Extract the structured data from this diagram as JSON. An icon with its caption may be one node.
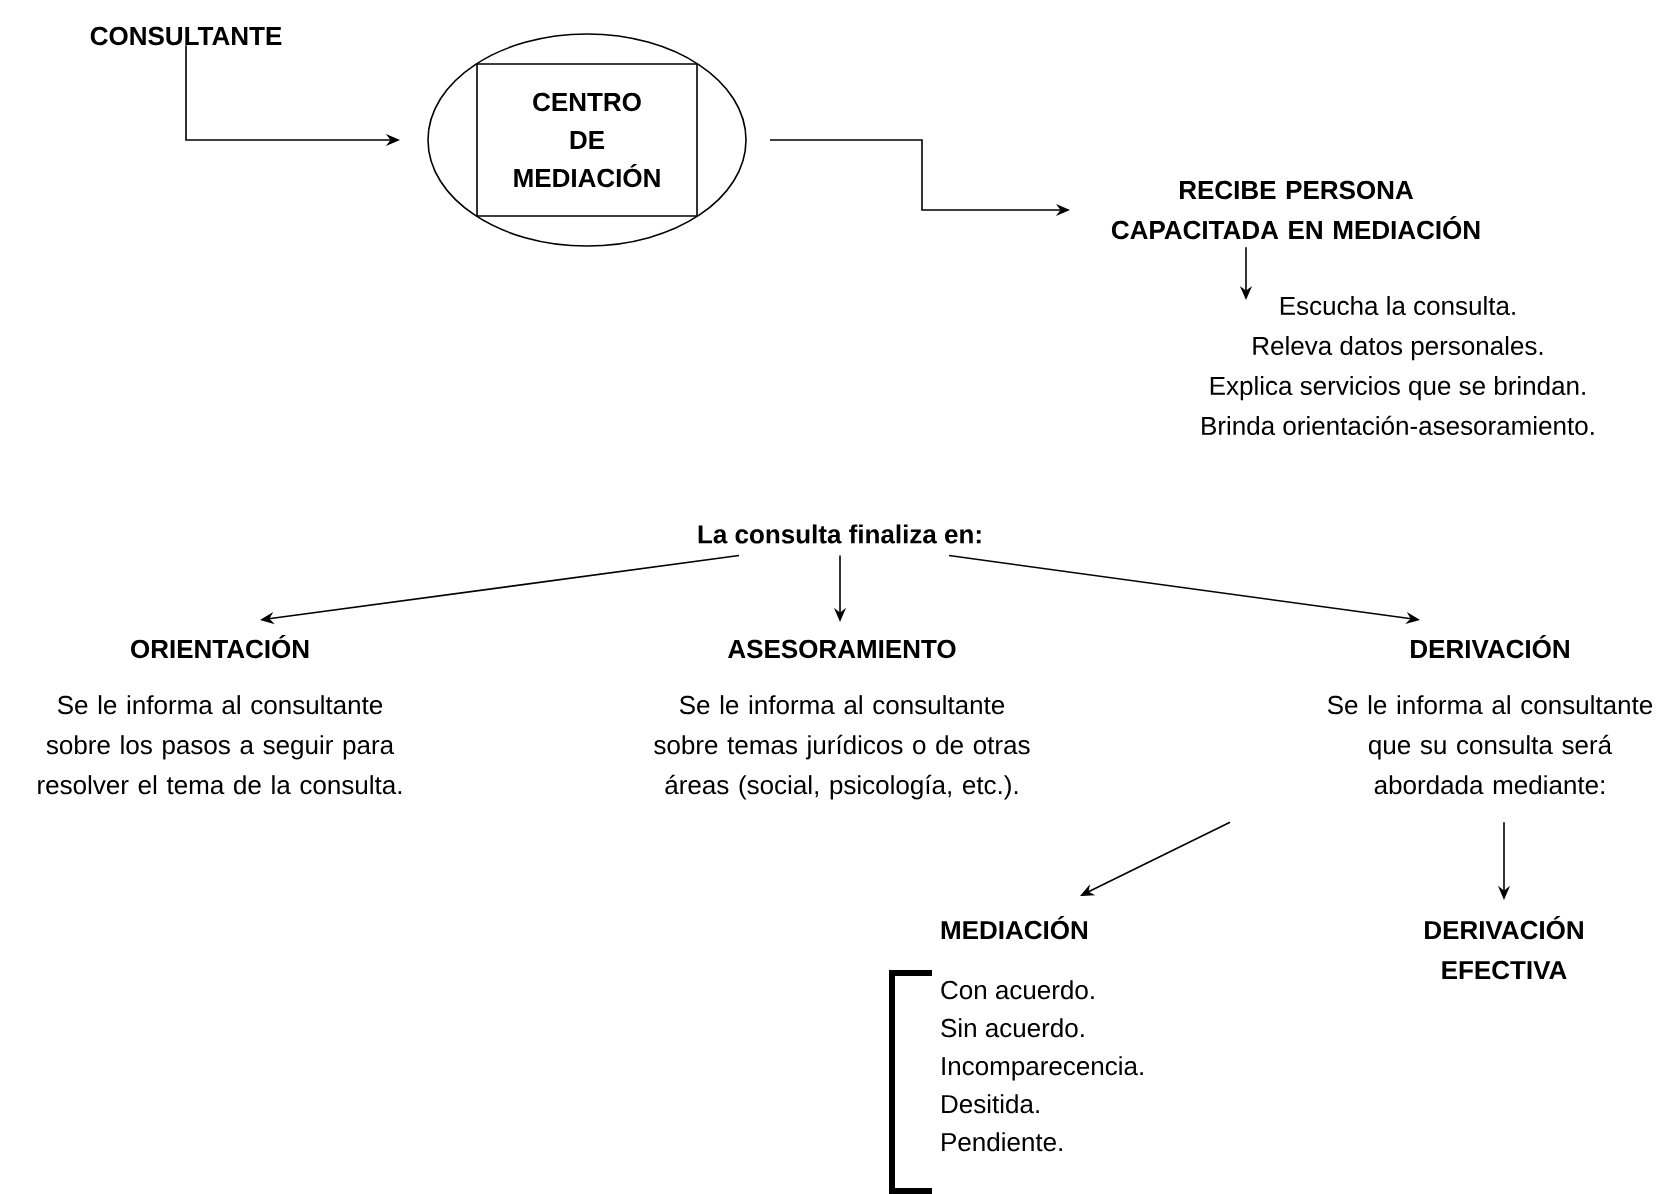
{
  "diagram": {
    "nodes": [
      {
        "text": [
          "CONSULTANTE"
        ]
      },
      {
        "text": [],
        "shape": "circle"
      },
      {
        "text": [
          "CENTRO DE MEDIACIÓN"
        ],
        "in": 1
      },
      {
        "text": [
          "RECIBE PERSONA CAPACITADA EN MEDIACIÓN"
        ]
      },
      {
        "text": [
          "Escucha la consulta.",
          "Releva datos personales.",
          "Explica servicios que se brindan.",
          "Brinda orientación-asesoramiento."
        ]
      },
      {
        "text": [
          "La consulta finaliza en:"
        ]
      },
      {
        "text": [
          "ORIENTACIÓN",
          "Se le informa al consultante sobre los pasos a seguir para resolver el tema de la consulta."
        ]
      },
      {
        "text": [
          "ASESORAMIENTO",
          "Se le informa al consultante sobre temas jurídicos o de otras áreas (social, psicología, etc.)."
        ]
      },
      {
        "text": [
          "DERIVACIÓN",
          "Se le informa al consultante que su consulta será abordada mediante:"
        ]
      },
      {
        "text": [
          "MEDIACIÓN",
          "Con acuerdo.",
          "Sin acuerdo.",
          "Incomparecencia.",
          "Desitida.",
          "Pendiente."
        ]
      },
      {
        "text": [
          "DERIVACIÓN EFECTIVA"
        ]
      }
    ],
    "edges": [
      {
        "from": 0,
        "to": 1,
        "arrow": "to"
      },
      {
        "from": 1,
        "to": 3,
        "arrow": "to"
      },
      {
        "from": 3,
        "to": 4,
        "arrow": "to"
      },
      {
        "from": 5,
        "to": 6,
        "arrow": "to"
      },
      {
        "from": 5,
        "to": 7,
        "arrow": "to"
      },
      {
        "from": 5,
        "to": 8,
        "arrow": "to"
      },
      {
        "from": 8,
        "to": 9,
        "arrow": "to"
      },
      {
        "from": 8,
        "to": 10,
        "arrow": "to"
      }
    ]
  }
}
